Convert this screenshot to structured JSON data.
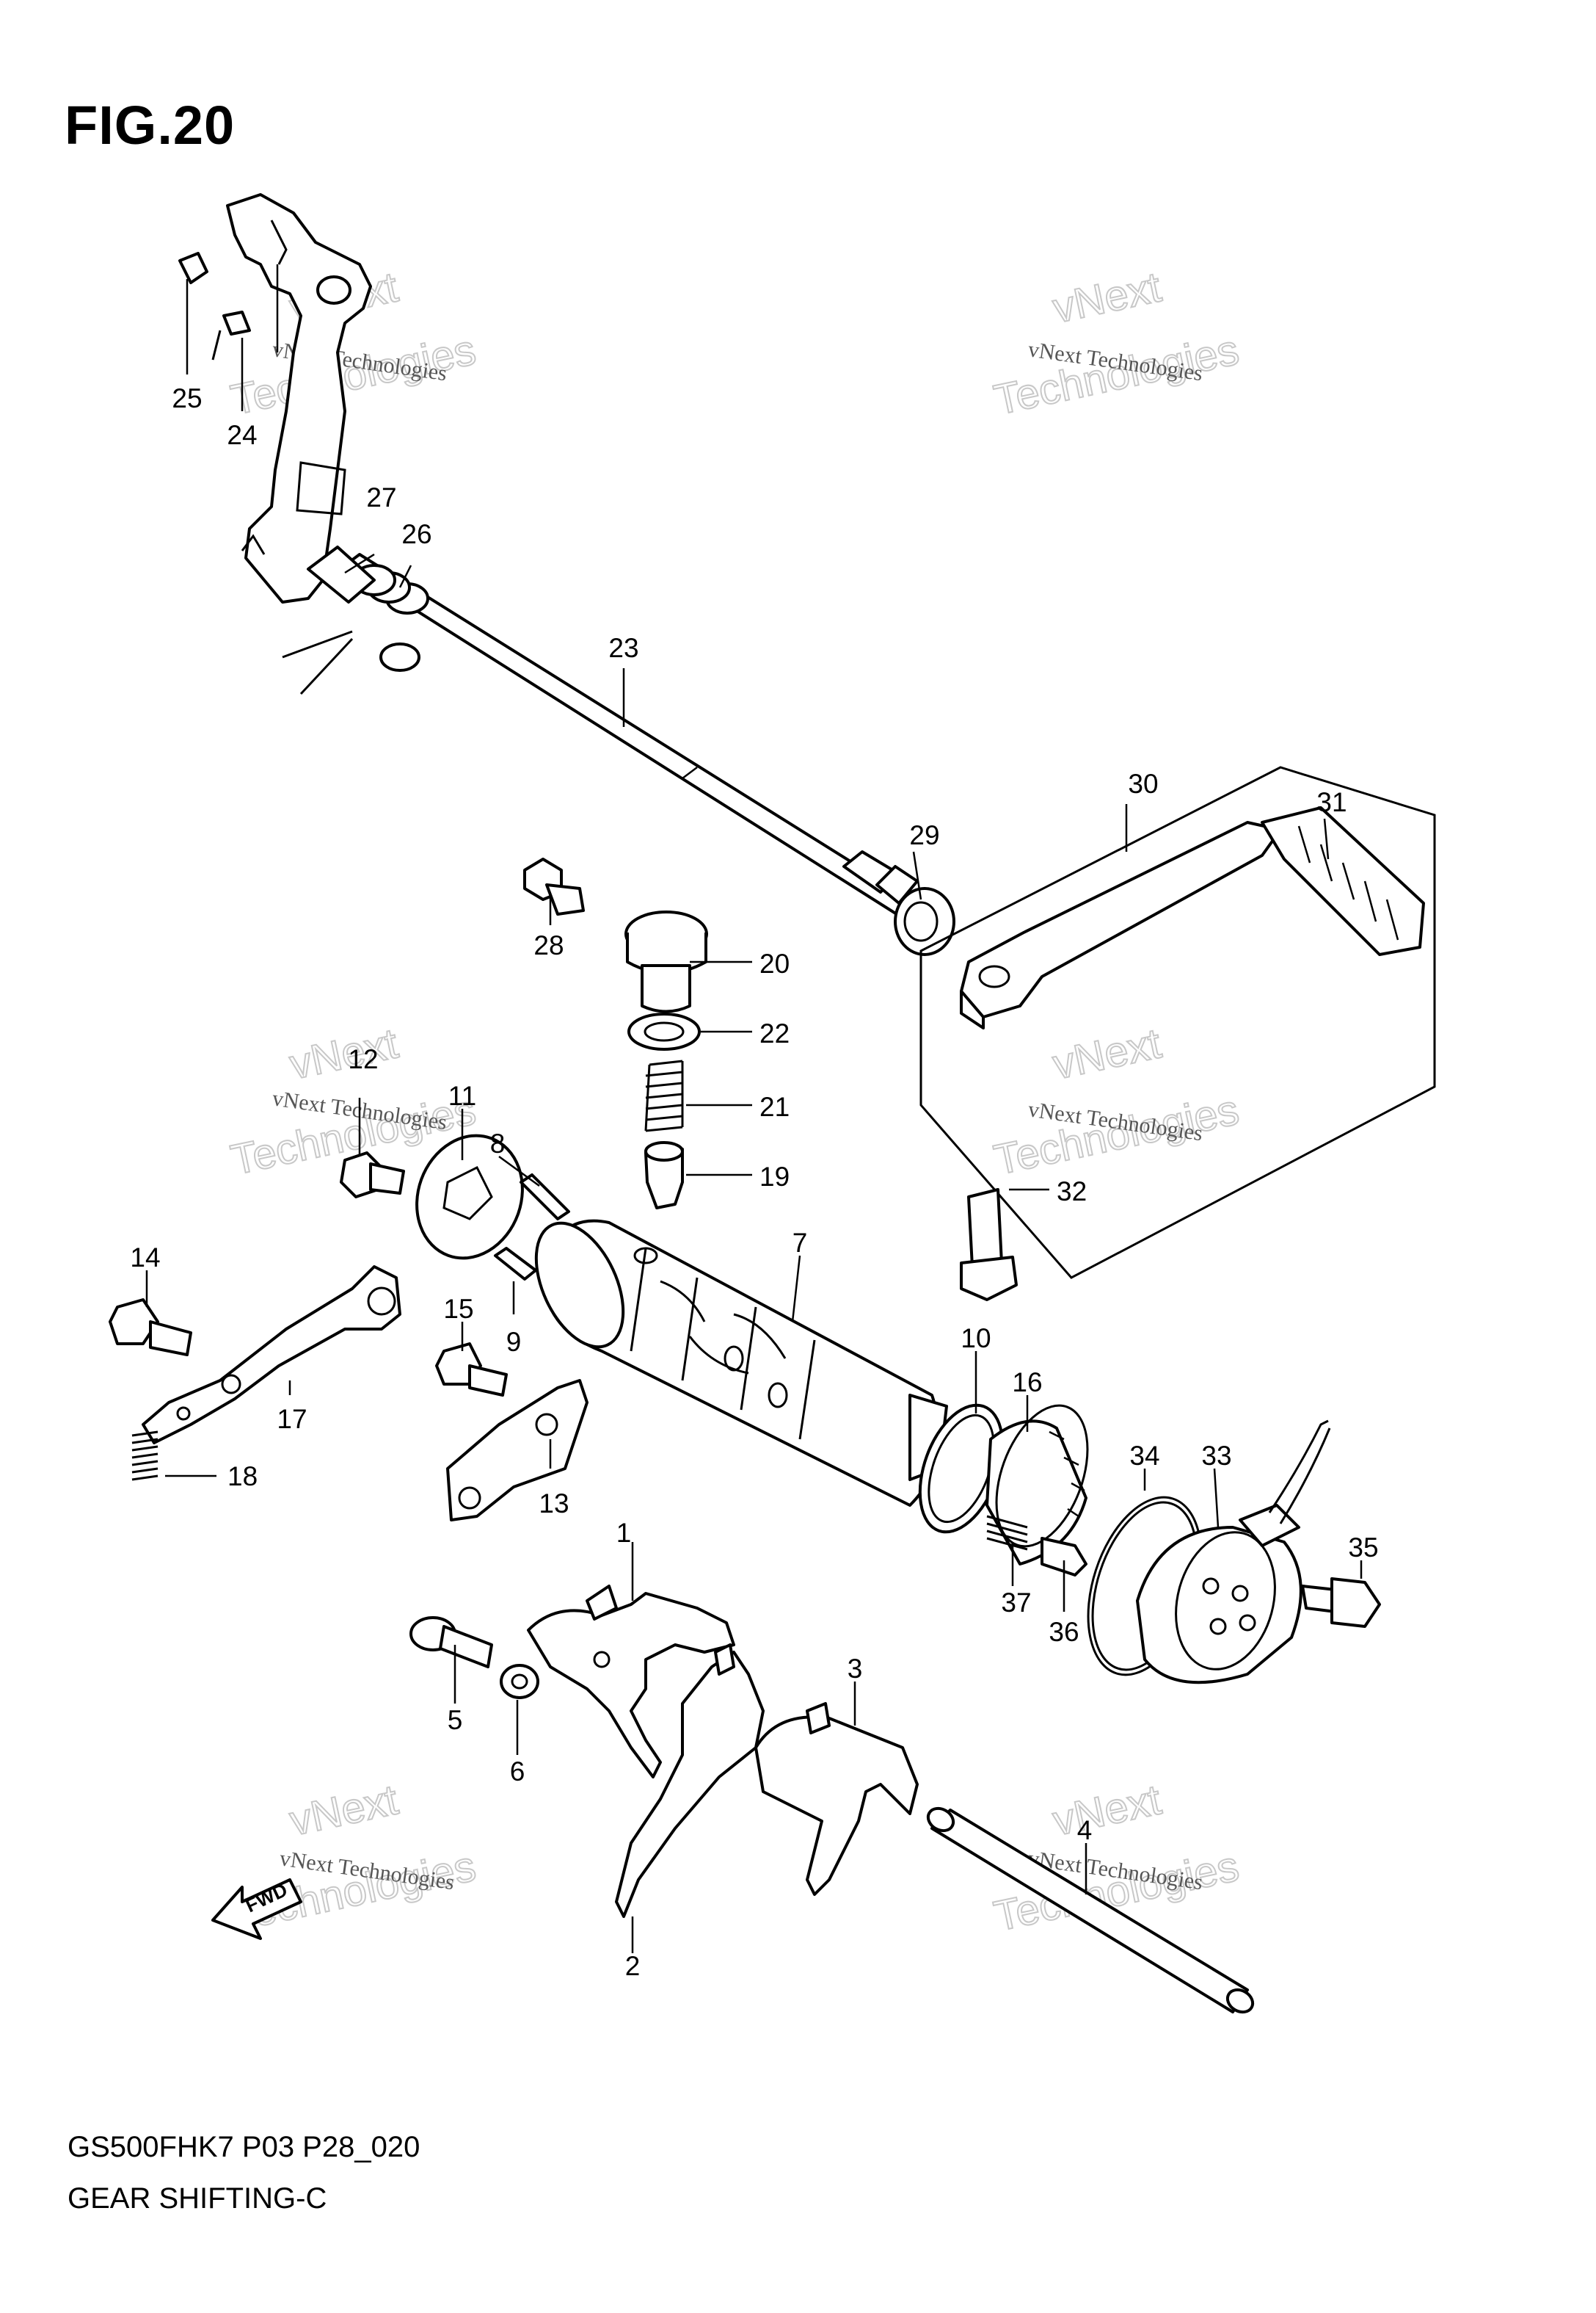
{
  "figure_title": "FIG.20",
  "footer": {
    "model_code": "GS500FHK7 P03 P28_020",
    "section_title": "GEAR SHIFTING-C"
  },
  "arrow_label": "FWD",
  "watermark": {
    "line1": "vNext Technologies",
    "line2": "vNext",
    "line3": "Technologies"
  },
  "callouts": [
    {
      "id": "c1",
      "label": "1"
    },
    {
      "id": "c2",
      "label": "2"
    },
    {
      "id": "c3",
      "label": "3"
    },
    {
      "id": "c4",
      "label": "4"
    },
    {
      "id": "c5",
      "label": "5"
    },
    {
      "id": "c6",
      "label": "6"
    },
    {
      "id": "c7",
      "label": "7"
    },
    {
      "id": "c8",
      "label": "8"
    },
    {
      "id": "c9",
      "label": "9"
    },
    {
      "id": "c10",
      "label": "10"
    },
    {
      "id": "c11",
      "label": "11"
    },
    {
      "id": "c12",
      "label": "12"
    },
    {
      "id": "c13",
      "label": "13"
    },
    {
      "id": "c14",
      "label": "14"
    },
    {
      "id": "c15",
      "label": "15"
    },
    {
      "id": "c16",
      "label": "16"
    },
    {
      "id": "c17",
      "label": "17"
    },
    {
      "id": "c18",
      "label": "18"
    },
    {
      "id": "c19",
      "label": "19"
    },
    {
      "id": "c20",
      "label": "20"
    },
    {
      "id": "c21",
      "label": "21"
    },
    {
      "id": "c22",
      "label": "22"
    },
    {
      "id": "c23",
      "label": "23"
    },
    {
      "id": "c24",
      "label": "24"
    },
    {
      "id": "c25",
      "label": "25"
    },
    {
      "id": "c26",
      "label": "26"
    },
    {
      "id": "c27",
      "label": "27"
    },
    {
      "id": "c28",
      "label": "28"
    },
    {
      "id": "c29",
      "label": "29"
    },
    {
      "id": "c30",
      "label": "30"
    },
    {
      "id": "c31",
      "label": "31"
    },
    {
      "id": "c32",
      "label": "32"
    },
    {
      "id": "c33",
      "label": "33"
    },
    {
      "id": "c34",
      "label": "34"
    },
    {
      "id": "c35",
      "label": "35"
    },
    {
      "id": "c36",
      "label": "36"
    },
    {
      "id": "c37",
      "label": "37"
    }
  ]
}
